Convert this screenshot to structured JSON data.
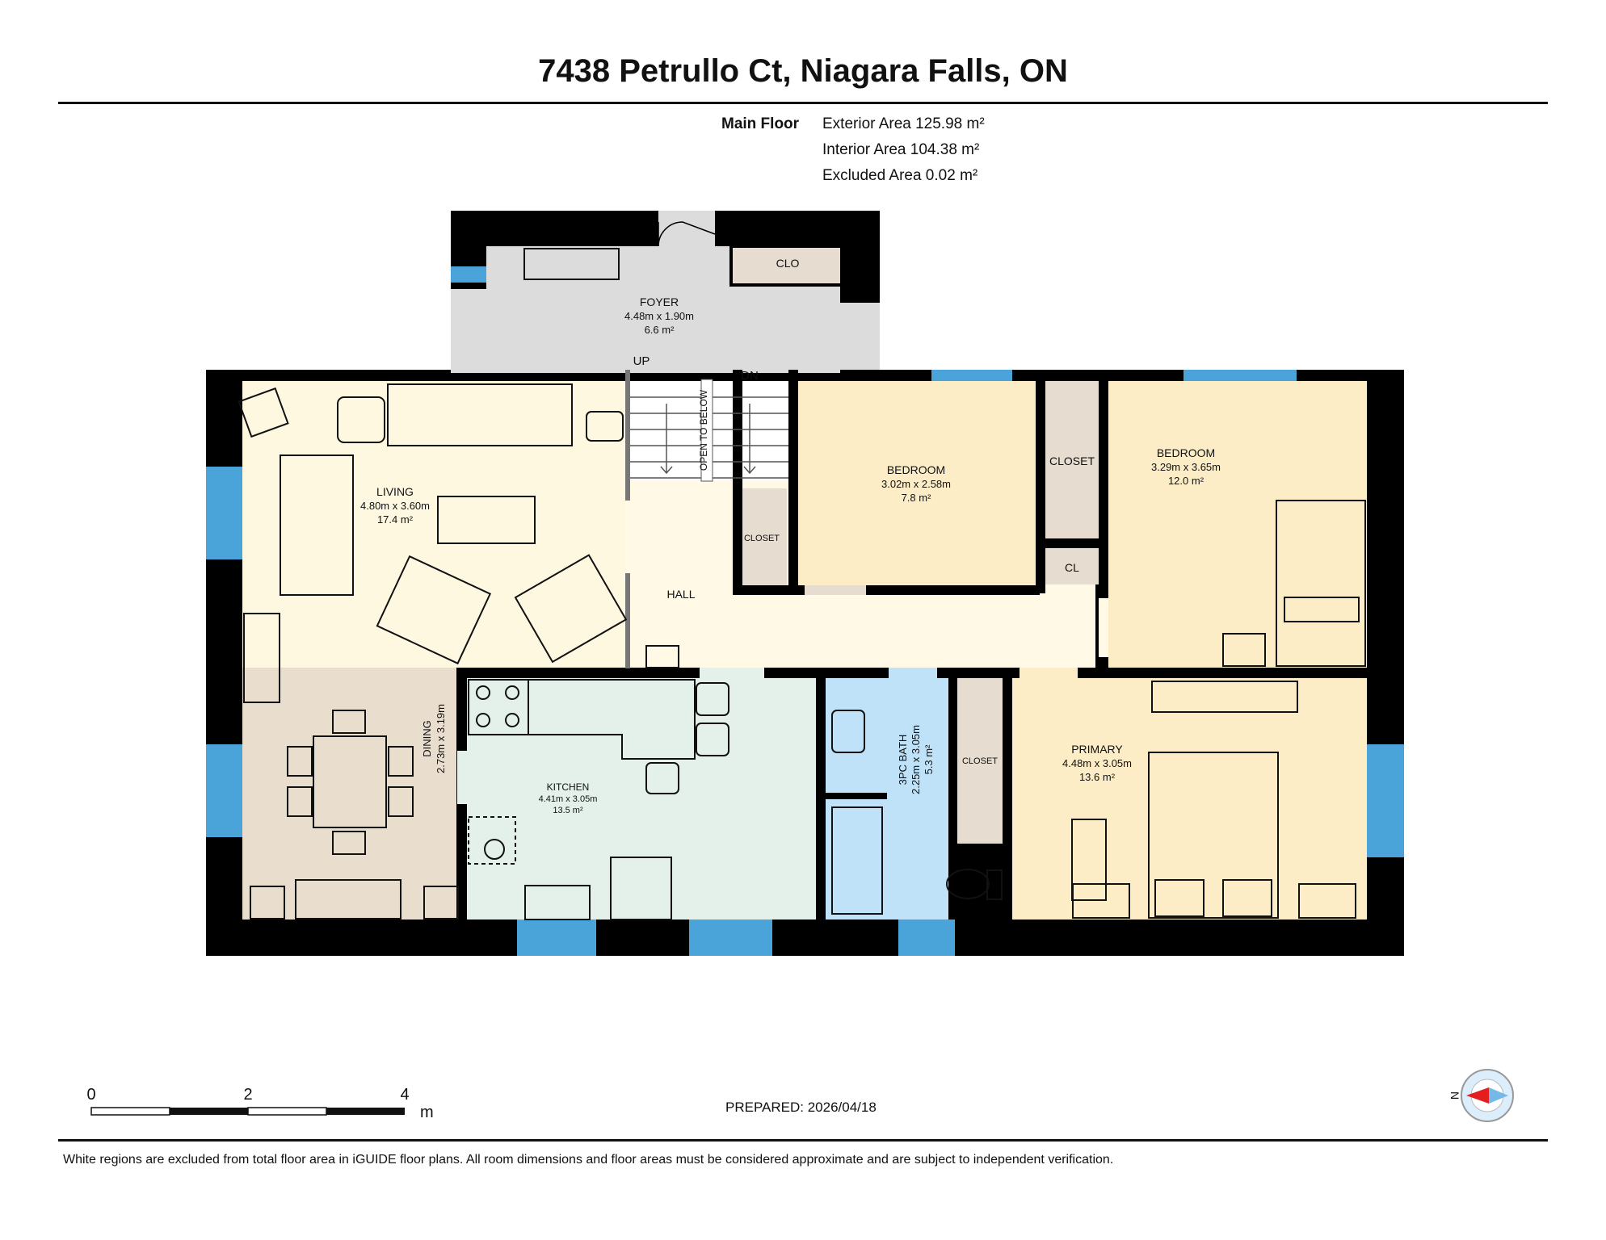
{
  "title": "7438 Petrullo Ct, Niagara Falls, ON",
  "areas": {
    "floor_label": "Main Floor",
    "exterior": "Exterior Area 125.98 m²",
    "interior": "Interior Area 104.38 m²",
    "excluded": "Excluded Area 0.02 m²"
  },
  "rooms": {
    "foyer": {
      "name": "FOYER",
      "dims": "4.48m x 1.90m",
      "area": "6.6 m²"
    },
    "clo": {
      "name": "CLO"
    },
    "living": {
      "name": "LIVING",
      "dims": "4.80m x 3.60m",
      "area": "17.4 m²"
    },
    "bedroom2": {
      "name": "BEDROOM",
      "dims": "3.02m x 2.58m",
      "area": "7.8 m²"
    },
    "bedroom3": {
      "name": "BEDROOM",
      "dims": "3.29m x 3.65m",
      "area": "12.0 m²"
    },
    "closet_bed3": {
      "name": "CLOSET"
    },
    "closet_hall": {
      "name": "CLOSET"
    },
    "cl": {
      "name": "CL"
    },
    "hall": {
      "name": "HALL"
    },
    "dining": {
      "name": "DINING",
      "dims": "2.73m x 3.19m"
    },
    "kitchen": {
      "name": "KITCHEN",
      "dims": "4.41m x 3.05m",
      "area": "13.5 m²"
    },
    "bath": {
      "name": "3PC BATH",
      "dims": "2.25m x 3.05m",
      "area": "5.3 m²"
    },
    "closet_primary": {
      "name": "CLOSET"
    },
    "primary": {
      "name": "PRIMARY",
      "dims": "4.48m x 3.05m",
      "area": "13.6 m²"
    }
  },
  "stairs": {
    "up": "UP",
    "dn": "DN",
    "open_below": "OPEN TO BELOW"
  },
  "scale": {
    "ticks": [
      "0",
      "2",
      "4"
    ],
    "unit": "m"
  },
  "compass": {
    "label": "N"
  },
  "prepared": "PREPARED: 2026/04/18",
  "disclaimer": "White regions are excluded from total floor area in iGUIDE floor plans. All room dimensions and floor areas must be considered approximate and are subject to independent verification.",
  "colors": {
    "wall": "#000000",
    "window": "#4aa3d9",
    "foyer": "#dcdcdc",
    "closet": "#e6dcd0",
    "living": "#fef8e1",
    "hall": "#fff9e6",
    "bedroom": "#fcedc7",
    "dining": "#e9ddce",
    "kitchen": "#e3f1ea",
    "bath": "#bfe2f8"
  }
}
